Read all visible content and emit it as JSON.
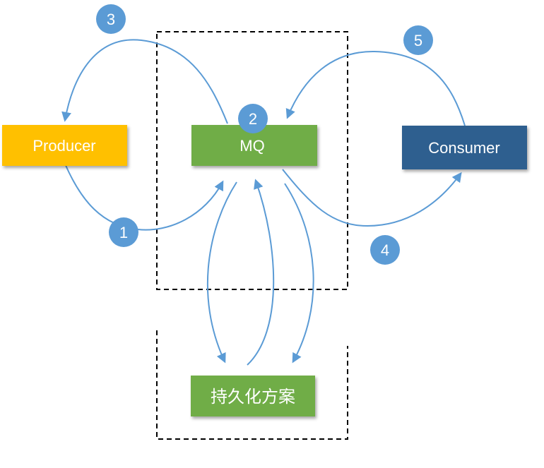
{
  "nodes": {
    "producer": {
      "label": "Producer",
      "color": "#ffc000"
    },
    "mq": {
      "label": "MQ",
      "color": "#70ad47"
    },
    "consumer": {
      "label": "Consumer",
      "color": "#2e5f8f"
    },
    "persistence": {
      "label": "持久化方案",
      "color": "#70ad47"
    }
  },
  "steps": [
    "1",
    "2",
    "3",
    "4",
    "5"
  ],
  "colors": {
    "arrow": "#5b9bd5",
    "step_badge": "#5b9bd5",
    "boundary": "#000000"
  }
}
